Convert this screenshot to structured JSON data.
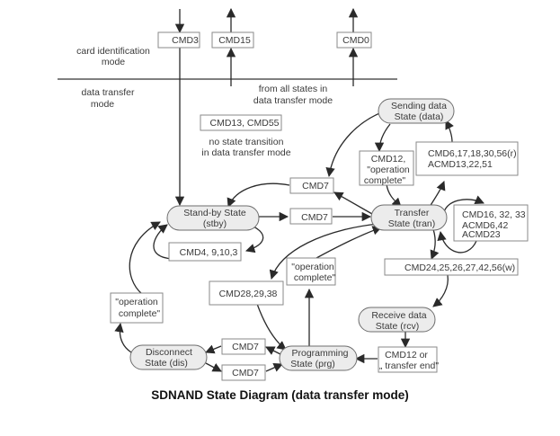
{
  "caption": "SDNAND State Diagram (data transfer mode)",
  "regions": {
    "card_identification": [
      "card identification",
      "mode"
    ],
    "data_transfer": [
      "data transfer",
      "mode"
    ],
    "from_all_states": [
      "from all states in",
      "data transfer mode"
    ],
    "no_state_transition": [
      "no state transition",
      "in data transfer mode"
    ]
  },
  "states": [
    {
      "id": "stby",
      "lines": [
        "Stand-by State",
        "(stby)"
      ]
    },
    {
      "id": "tran",
      "lines": [
        "Transfer",
        "State (tran)"
      ]
    },
    {
      "id": "data",
      "lines": [
        "Sending data",
        "State (data)"
      ]
    },
    {
      "id": "rcv",
      "lines": [
        "Receive data",
        "State (rcv)"
      ]
    },
    {
      "id": "prg",
      "lines": [
        "Programming",
        "State (prg)"
      ]
    },
    {
      "id": "dis",
      "lines": [
        "Disconnect",
        "State (dis)"
      ]
    }
  ],
  "commands": [
    {
      "id": "cmd3",
      "lines": [
        "CMD3"
      ]
    },
    {
      "id": "cmd15",
      "lines": [
        "CMD15"
      ]
    },
    {
      "id": "cmd0",
      "lines": [
        "CMD0"
      ]
    },
    {
      "id": "cmd13-55",
      "lines": [
        "CMD13, CMD55"
      ]
    },
    {
      "id": "cmd7-to-stby",
      "lines": [
        "CMD7"
      ]
    },
    {
      "id": "cmd7-to-tran",
      "lines": [
        "CMD7"
      ]
    },
    {
      "id": "cmd12-op",
      "lines": [
        "CMD12,",
        "\"operation",
        "complete\""
      ]
    },
    {
      "id": "cmd6-read",
      "lines": [
        "CMD6,17,18,30,56(r)",
        "ACMD13,22,51"
      ]
    },
    {
      "id": "cmd16-loop",
      "lines": [
        "CMD16, 32, 33",
        "ACMD6,42",
        "ACMD23"
      ]
    },
    {
      "id": "cmd4-loop",
      "lines": [
        "CMD4, 9,10,3"
      ]
    },
    {
      "id": "cmd24-write",
      "lines": [
        "CMD24,25,26,27,42,56(w)"
      ]
    },
    {
      "id": "op-complete-prg",
      "lines": [
        "\"operation",
        "complete\""
      ]
    },
    {
      "id": "cmd28",
      "lines": [
        "CMD28,29,38"
      ]
    },
    {
      "id": "op-complete-dis",
      "lines": [
        "\"operation",
        "complete\""
      ]
    },
    {
      "id": "cmd7-prg-dis",
      "lines": [
        "CMD7"
      ]
    },
    {
      "id": "cmd7-dis-prg",
      "lines": [
        "CMD7"
      ]
    },
    {
      "id": "cmd12-end",
      "lines": [
        "CMD12 or",
        "„ transfer end\""
      ]
    }
  ],
  "colors": {
    "state_fill": "#ececec",
    "stroke": "#6e6e6e",
    "arrow": "#2a2a2a",
    "box_stroke": "#8a8a8a"
  }
}
